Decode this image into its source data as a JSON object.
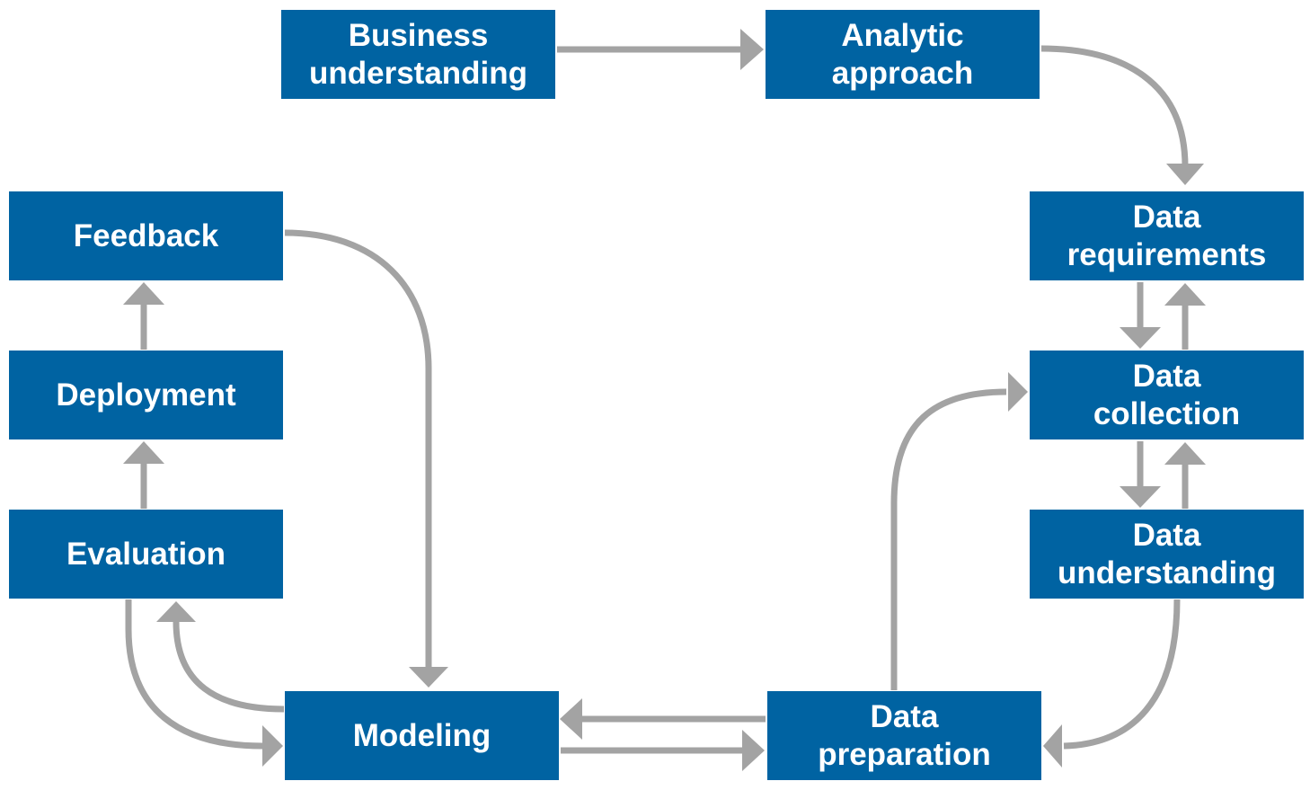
{
  "diagram": {
    "colors": {
      "box_fill": "#0063a2",
      "box_text": "#ffffff",
      "arrow": "#a3a3a3"
    },
    "boxes": {
      "business_understanding": "Business\nunderstanding",
      "analytic_approach": "Analytic\napproach",
      "data_requirements": "Data\nrequirements",
      "data_collection": "Data\ncollection",
      "data_understanding": "Data\nunderstanding",
      "data_preparation": "Data\npreparation",
      "modeling": "Modeling",
      "evaluation": "Evaluation",
      "deployment": "Deployment",
      "feedback": "Feedback"
    },
    "edges": [
      {
        "from": "business_understanding",
        "to": "analytic_approach"
      },
      {
        "from": "analytic_approach",
        "to": "data_requirements"
      },
      {
        "from": "data_requirements",
        "to": "data_collection"
      },
      {
        "from": "data_collection",
        "to": "data_requirements"
      },
      {
        "from": "data_collection",
        "to": "data_understanding"
      },
      {
        "from": "data_understanding",
        "to": "data_collection"
      },
      {
        "from": "data_understanding",
        "to": "data_preparation"
      },
      {
        "from": "data_preparation",
        "to": "data_collection"
      },
      {
        "from": "data_preparation",
        "to": "modeling"
      },
      {
        "from": "modeling",
        "to": "data_preparation"
      },
      {
        "from": "modeling",
        "to": "evaluation"
      },
      {
        "from": "evaluation",
        "to": "modeling"
      },
      {
        "from": "evaluation",
        "to": "deployment"
      },
      {
        "from": "deployment",
        "to": "feedback"
      },
      {
        "from": "feedback",
        "to": "modeling"
      }
    ]
  }
}
